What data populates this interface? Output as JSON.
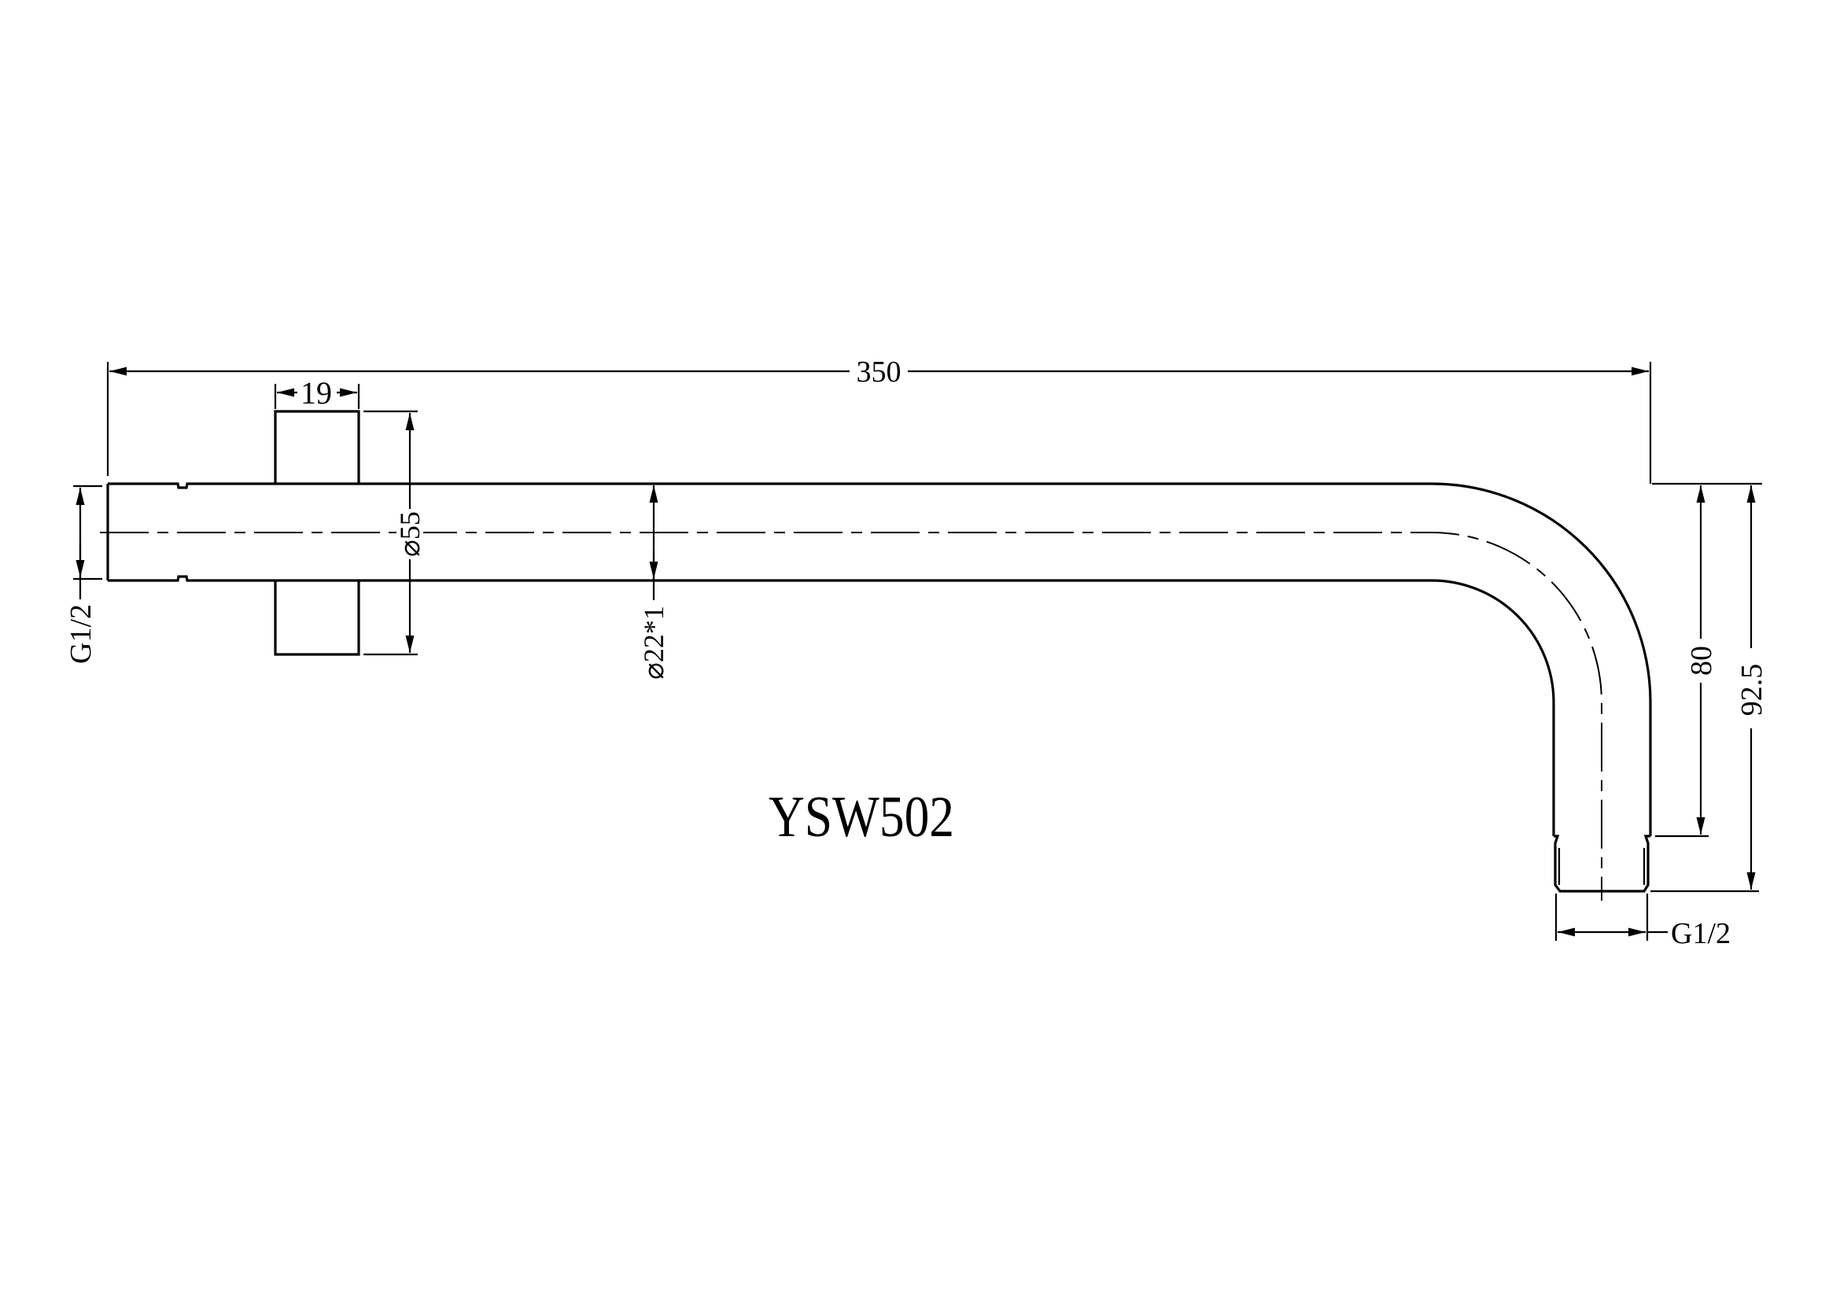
{
  "drawing": {
    "model": "YSW502",
    "type": "shower arm technical drawing",
    "line_color": "#000000",
    "background_color": "#ffffff"
  },
  "dimensions": {
    "overall_length": "350",
    "flange_thickness": "19",
    "flange_diameter": "⌀55",
    "tube_diameter": "⌀22*1",
    "inlet_thread": "G1/2",
    "outlet_thread": "G1/2",
    "drop_to_step": "80",
    "overall_drop": "92.5"
  }
}
